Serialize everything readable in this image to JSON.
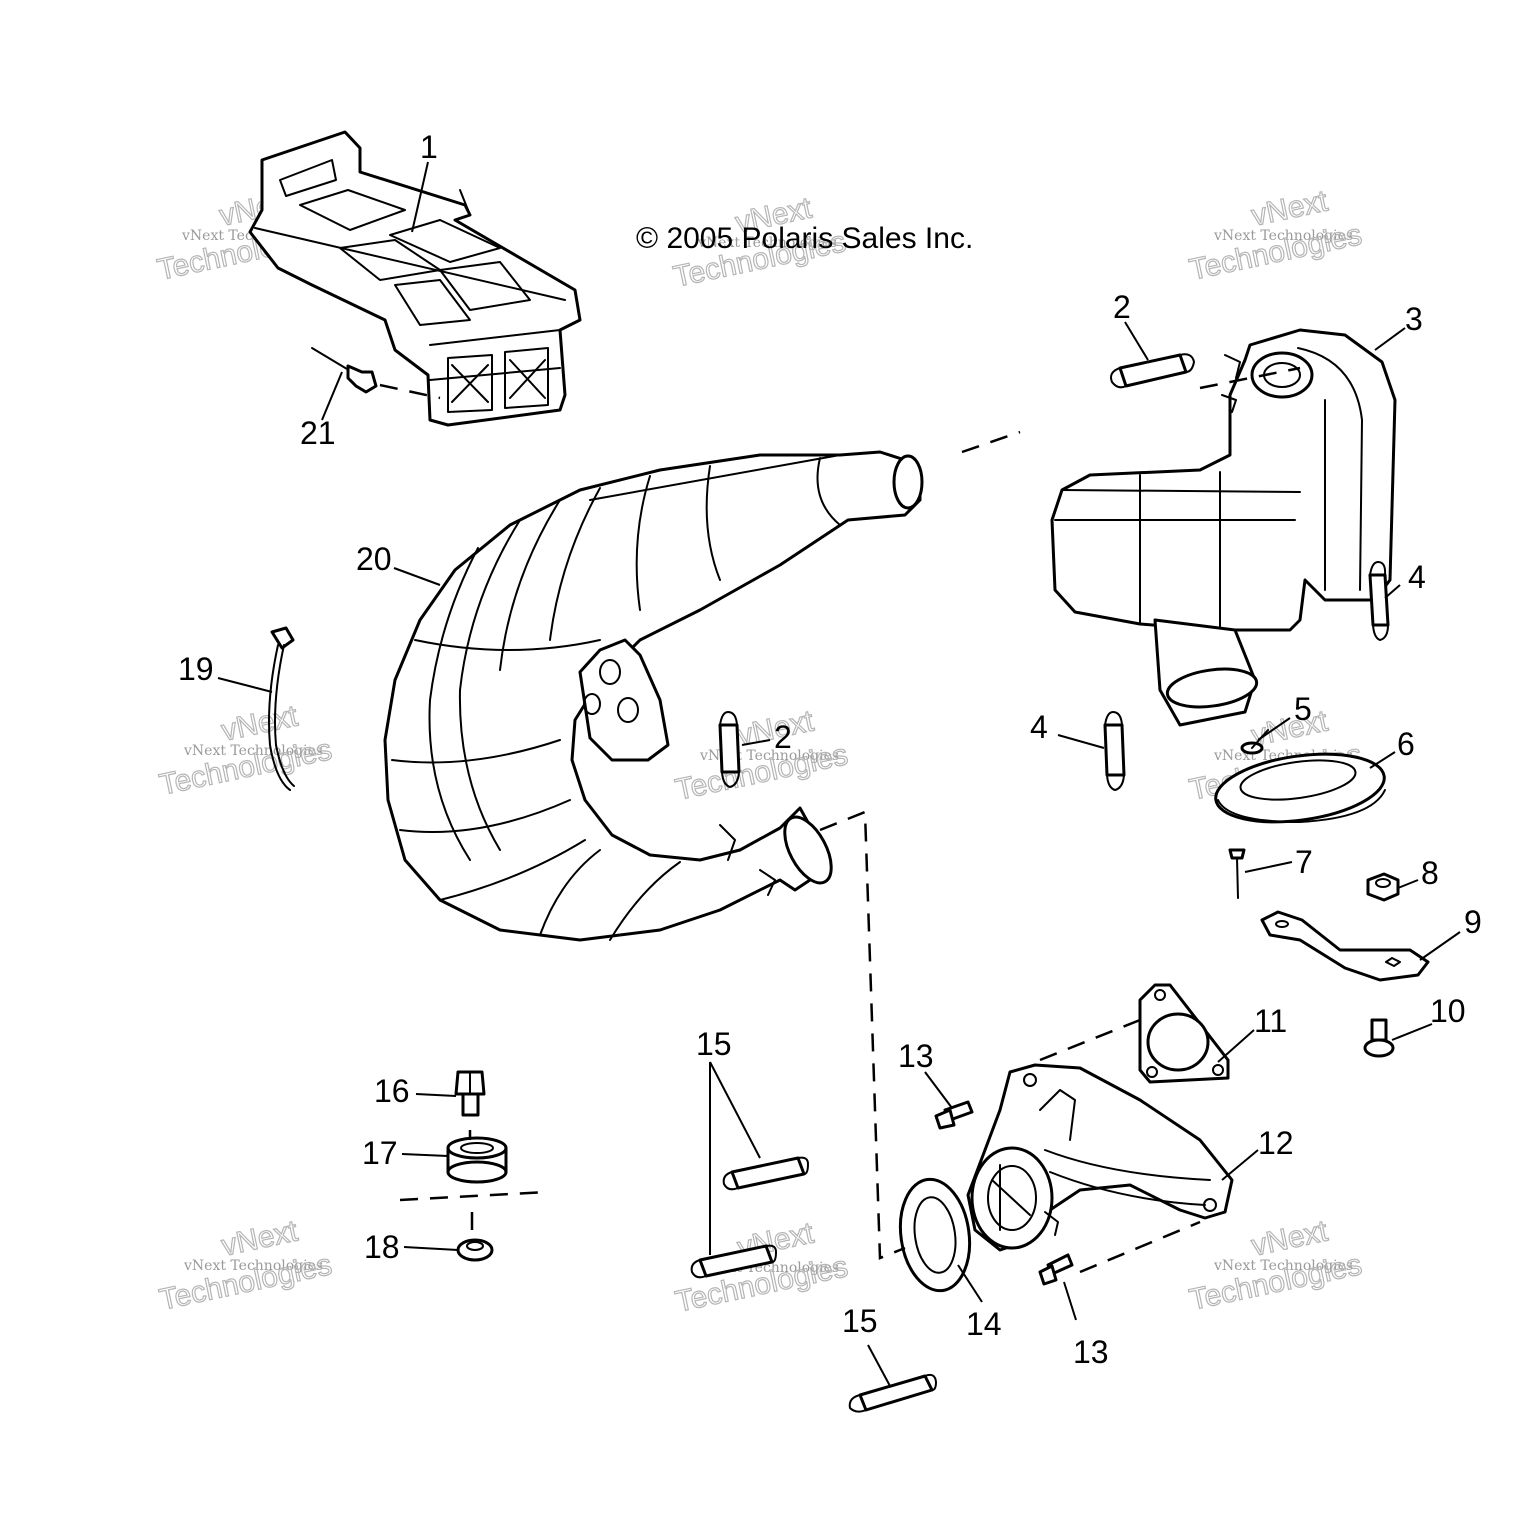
{
  "copyright": "© 2005 Polaris Sales Inc.",
  "watermark": {
    "top_line": "vNext",
    "small_line": "vNext Technologies",
    "big_line": "Technologies",
    "color": "#9a9a9a"
  },
  "callouts": [
    "1",
    "2",
    "3",
    "2",
    "4",
    "4",
    "5",
    "6",
    "7",
    "8",
    "9",
    "10",
    "11",
    "12",
    "13",
    "13",
    "14",
    "15",
    "15",
    "16",
    "17",
    "18",
    "19",
    "20",
    "21"
  ]
}
